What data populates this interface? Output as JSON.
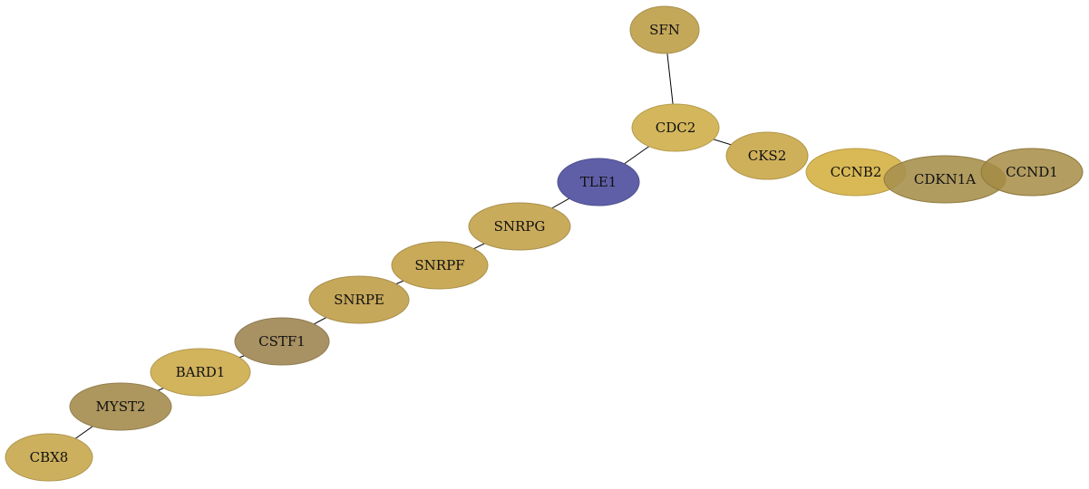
{
  "nodes": [
    {
      "id": "sfn",
      "label": "SFN",
      "color": "#c4a85a"
    },
    {
      "id": "cdc2",
      "label": "CDC2",
      "color": "#d4b75c"
    },
    {
      "id": "cks2",
      "label": "CKS2",
      "color": "#cfb05a"
    },
    {
      "id": "ccnb2",
      "label": "CCNB2",
      "color": "#d8b955"
    },
    {
      "id": "cdkn1a",
      "label": "CDKN1A",
      "color": "#a8914f"
    },
    {
      "id": "ccnd1",
      "label": "CCND1",
      "color": "#a68c44"
    },
    {
      "id": "tle1",
      "label": "TLE1",
      "color": "#5f5fa8"
    },
    {
      "id": "snrpg",
      "label": "SNRPG",
      "color": "#c9ab5c"
    },
    {
      "id": "snrpf",
      "label": "SNRPF",
      "color": "#c9aa58"
    },
    {
      "id": "snrpe",
      "label": "SNRPE",
      "color": "#c6a85a"
    },
    {
      "id": "cstf1",
      "label": "CSTF1",
      "color": "#a89162"
    },
    {
      "id": "bard1",
      "label": "BARD1",
      "color": "#d2b45d"
    },
    {
      "id": "myst2",
      "label": "MYST2",
      "color": "#ad975e"
    },
    {
      "id": "cbx8",
      "label": "CBX8",
      "color": "#cdb05d"
    }
  ],
  "edges": [
    [
      "sfn",
      "cdc2"
    ],
    [
      "cdc2",
      "tle1"
    ],
    [
      "cdc2",
      "cks2"
    ],
    [
      "tle1",
      "snrpg"
    ],
    [
      "snrpg",
      "snrpf"
    ],
    [
      "snrpf",
      "snrpe"
    ],
    [
      "snrpe",
      "cstf1"
    ],
    [
      "cstf1",
      "bard1"
    ],
    [
      "bard1",
      "myst2"
    ],
    [
      "myst2",
      "cbx8"
    ]
  ]
}
